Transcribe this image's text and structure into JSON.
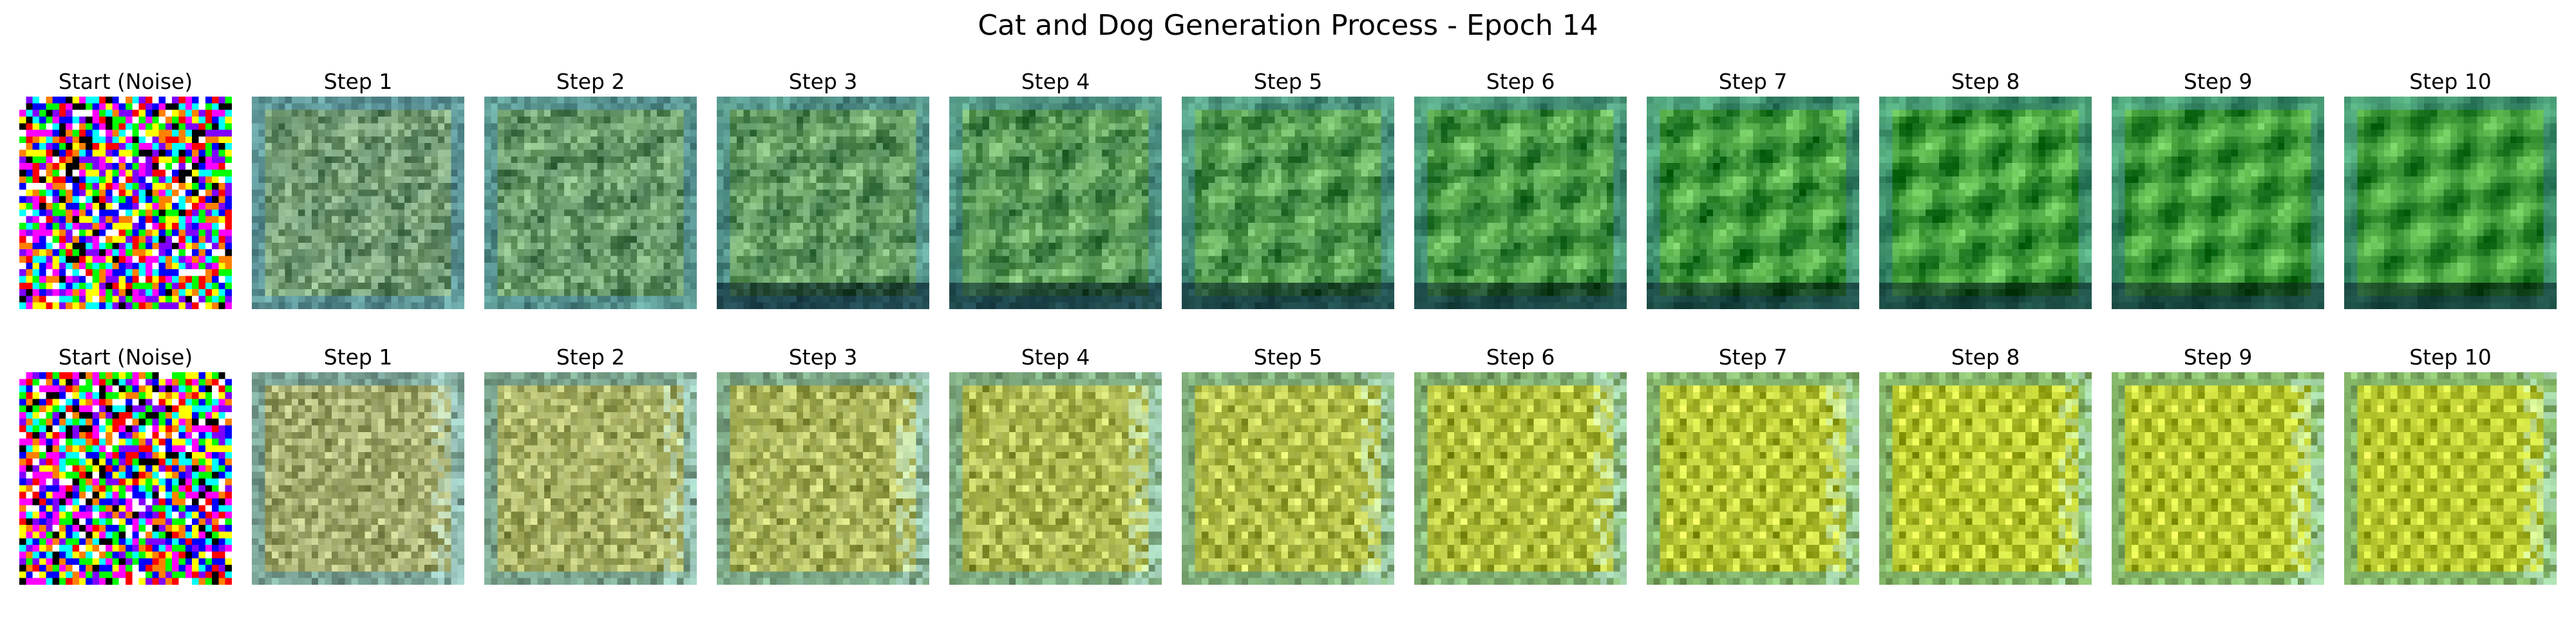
{
  "figure": {
    "title": "Cat and Dog Generation Process - Epoch 14",
    "rows": [
      {
        "label_texts": [
          "Start (Noise)",
          "Step 1",
          "Step 2",
          "Step 3",
          "Step 4",
          "Step 5",
          "Step 6",
          "Step 7",
          "Step 8",
          "Step 9",
          "Step 10"
        ],
        "base_color": "#3f9a3a",
        "tint_start": "#8a9890"
      },
      {
        "label_texts": [
          "Start (Noise)",
          "Step 1",
          "Step 2",
          "Step 3",
          "Step 4",
          "Step 5",
          "Step 6",
          "Step 7",
          "Step 8",
          "Step 9",
          "Step 10"
        ],
        "base_color": "#b8c830",
        "tint_start": "#9a9c90"
      }
    ]
  }
}
